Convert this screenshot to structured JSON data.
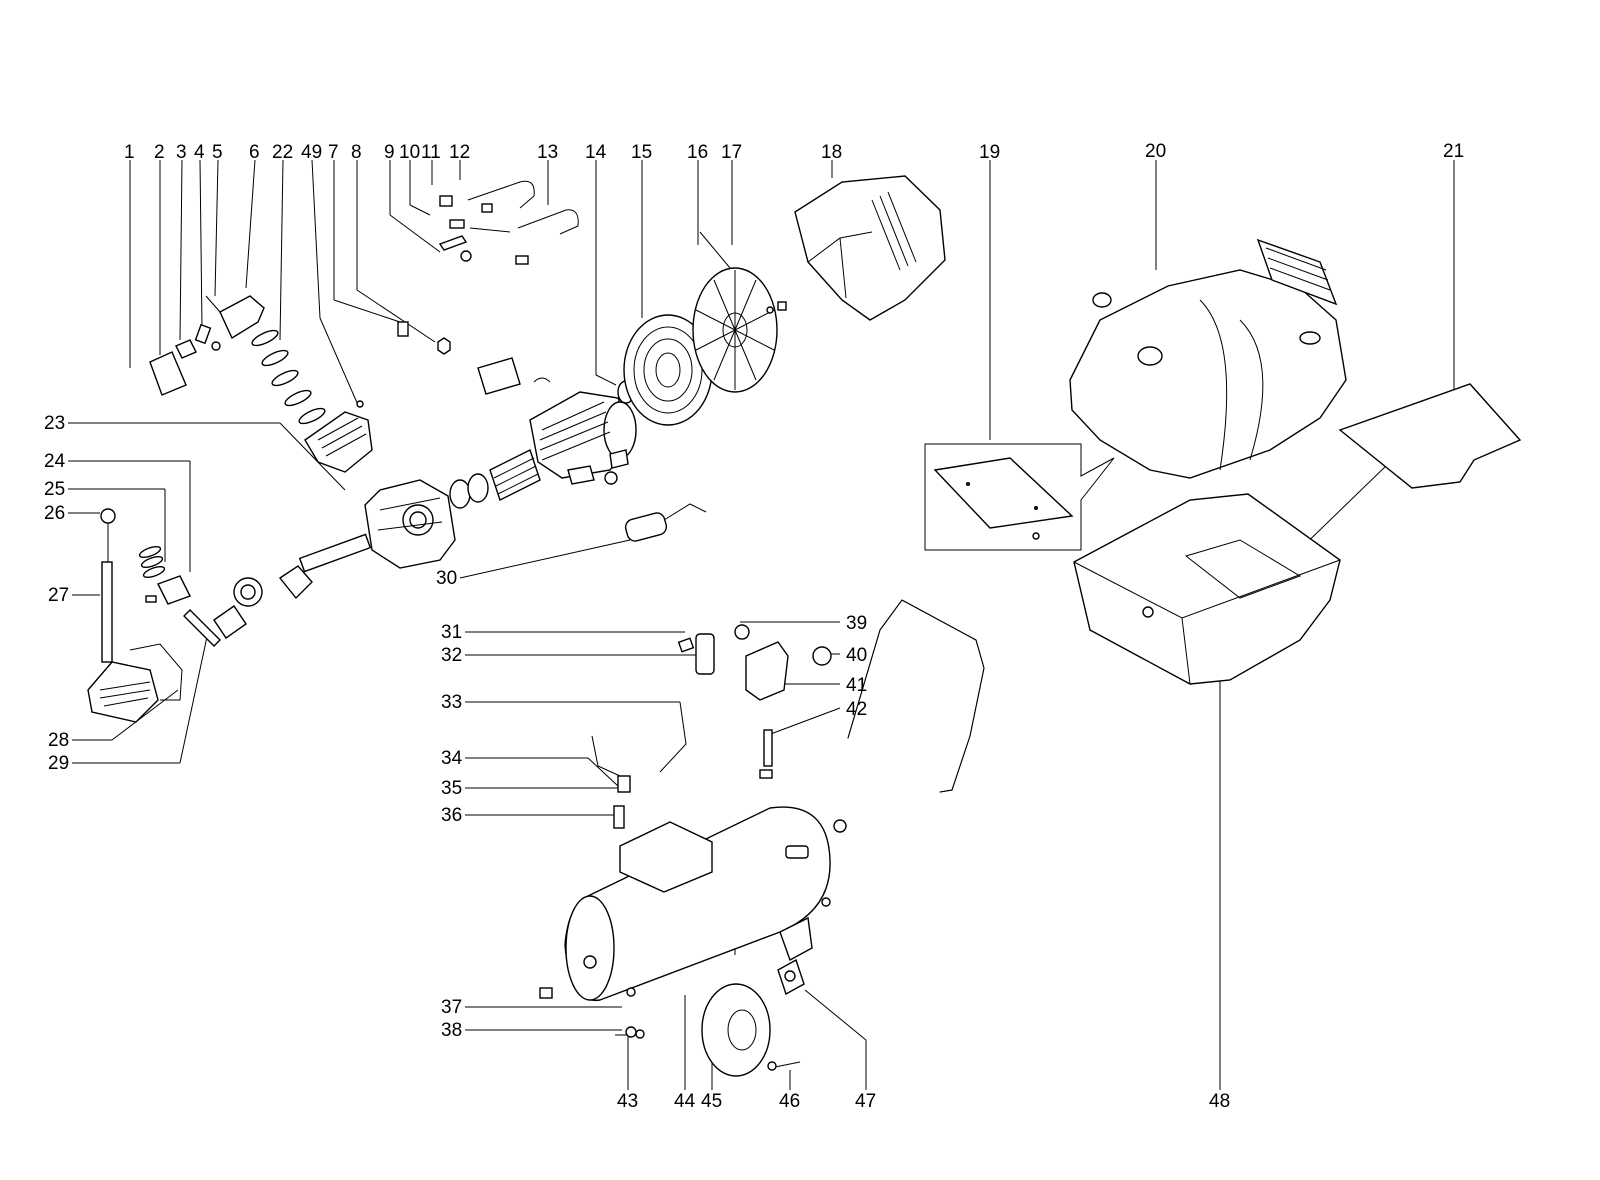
{
  "parts": [
    {
      "id": "1",
      "label": "1"
    },
    {
      "id": "2",
      "label": "2"
    },
    {
      "id": "3",
      "label": "3"
    },
    {
      "id": "4",
      "label": "4"
    },
    {
      "id": "5",
      "label": "5"
    },
    {
      "id": "6",
      "label": "6"
    },
    {
      "id": "22",
      "label": "22"
    },
    {
      "id": "49",
      "label": "49"
    },
    {
      "id": "7",
      "label": "7"
    },
    {
      "id": "8",
      "label": "8"
    },
    {
      "id": "9",
      "label": "9"
    },
    {
      "id": "10",
      "label": "10"
    },
    {
      "id": "11",
      "label": "11"
    },
    {
      "id": "12",
      "label": "12"
    },
    {
      "id": "13",
      "label": "13"
    },
    {
      "id": "14",
      "label": "14"
    },
    {
      "id": "15",
      "label": "15"
    },
    {
      "id": "16",
      "label": "16"
    },
    {
      "id": "17",
      "label": "17"
    },
    {
      "id": "18",
      "label": "18"
    },
    {
      "id": "19",
      "label": "19"
    },
    {
      "id": "20",
      "label": "20"
    },
    {
      "id": "21",
      "label": "21"
    },
    {
      "id": "23",
      "label": "23"
    },
    {
      "id": "24",
      "label": "24"
    },
    {
      "id": "25",
      "label": "25"
    },
    {
      "id": "26",
      "label": "26"
    },
    {
      "id": "27",
      "label": "27"
    },
    {
      "id": "28",
      "label": "28"
    },
    {
      "id": "29",
      "label": "29"
    },
    {
      "id": "30",
      "label": "30"
    },
    {
      "id": "31",
      "label": "31"
    },
    {
      "id": "32",
      "label": "32"
    },
    {
      "id": "33",
      "label": "33"
    },
    {
      "id": "34",
      "label": "34"
    },
    {
      "id": "35",
      "label": "35"
    },
    {
      "id": "36",
      "label": "36"
    },
    {
      "id": "37",
      "label": "37"
    },
    {
      "id": "38",
      "label": "38"
    },
    {
      "id": "39",
      "label": "39"
    },
    {
      "id": "40",
      "label": "40"
    },
    {
      "id": "41",
      "label": "41"
    },
    {
      "id": "42",
      "label": "42"
    },
    {
      "id": "43",
      "label": "43"
    },
    {
      "id": "44",
      "label": "44"
    },
    {
      "id": "45",
      "label": "45"
    },
    {
      "id": "46",
      "label": "46"
    },
    {
      "id": "47",
      "label": "47"
    },
    {
      "id": "48",
      "label": "48"
    }
  ]
}
